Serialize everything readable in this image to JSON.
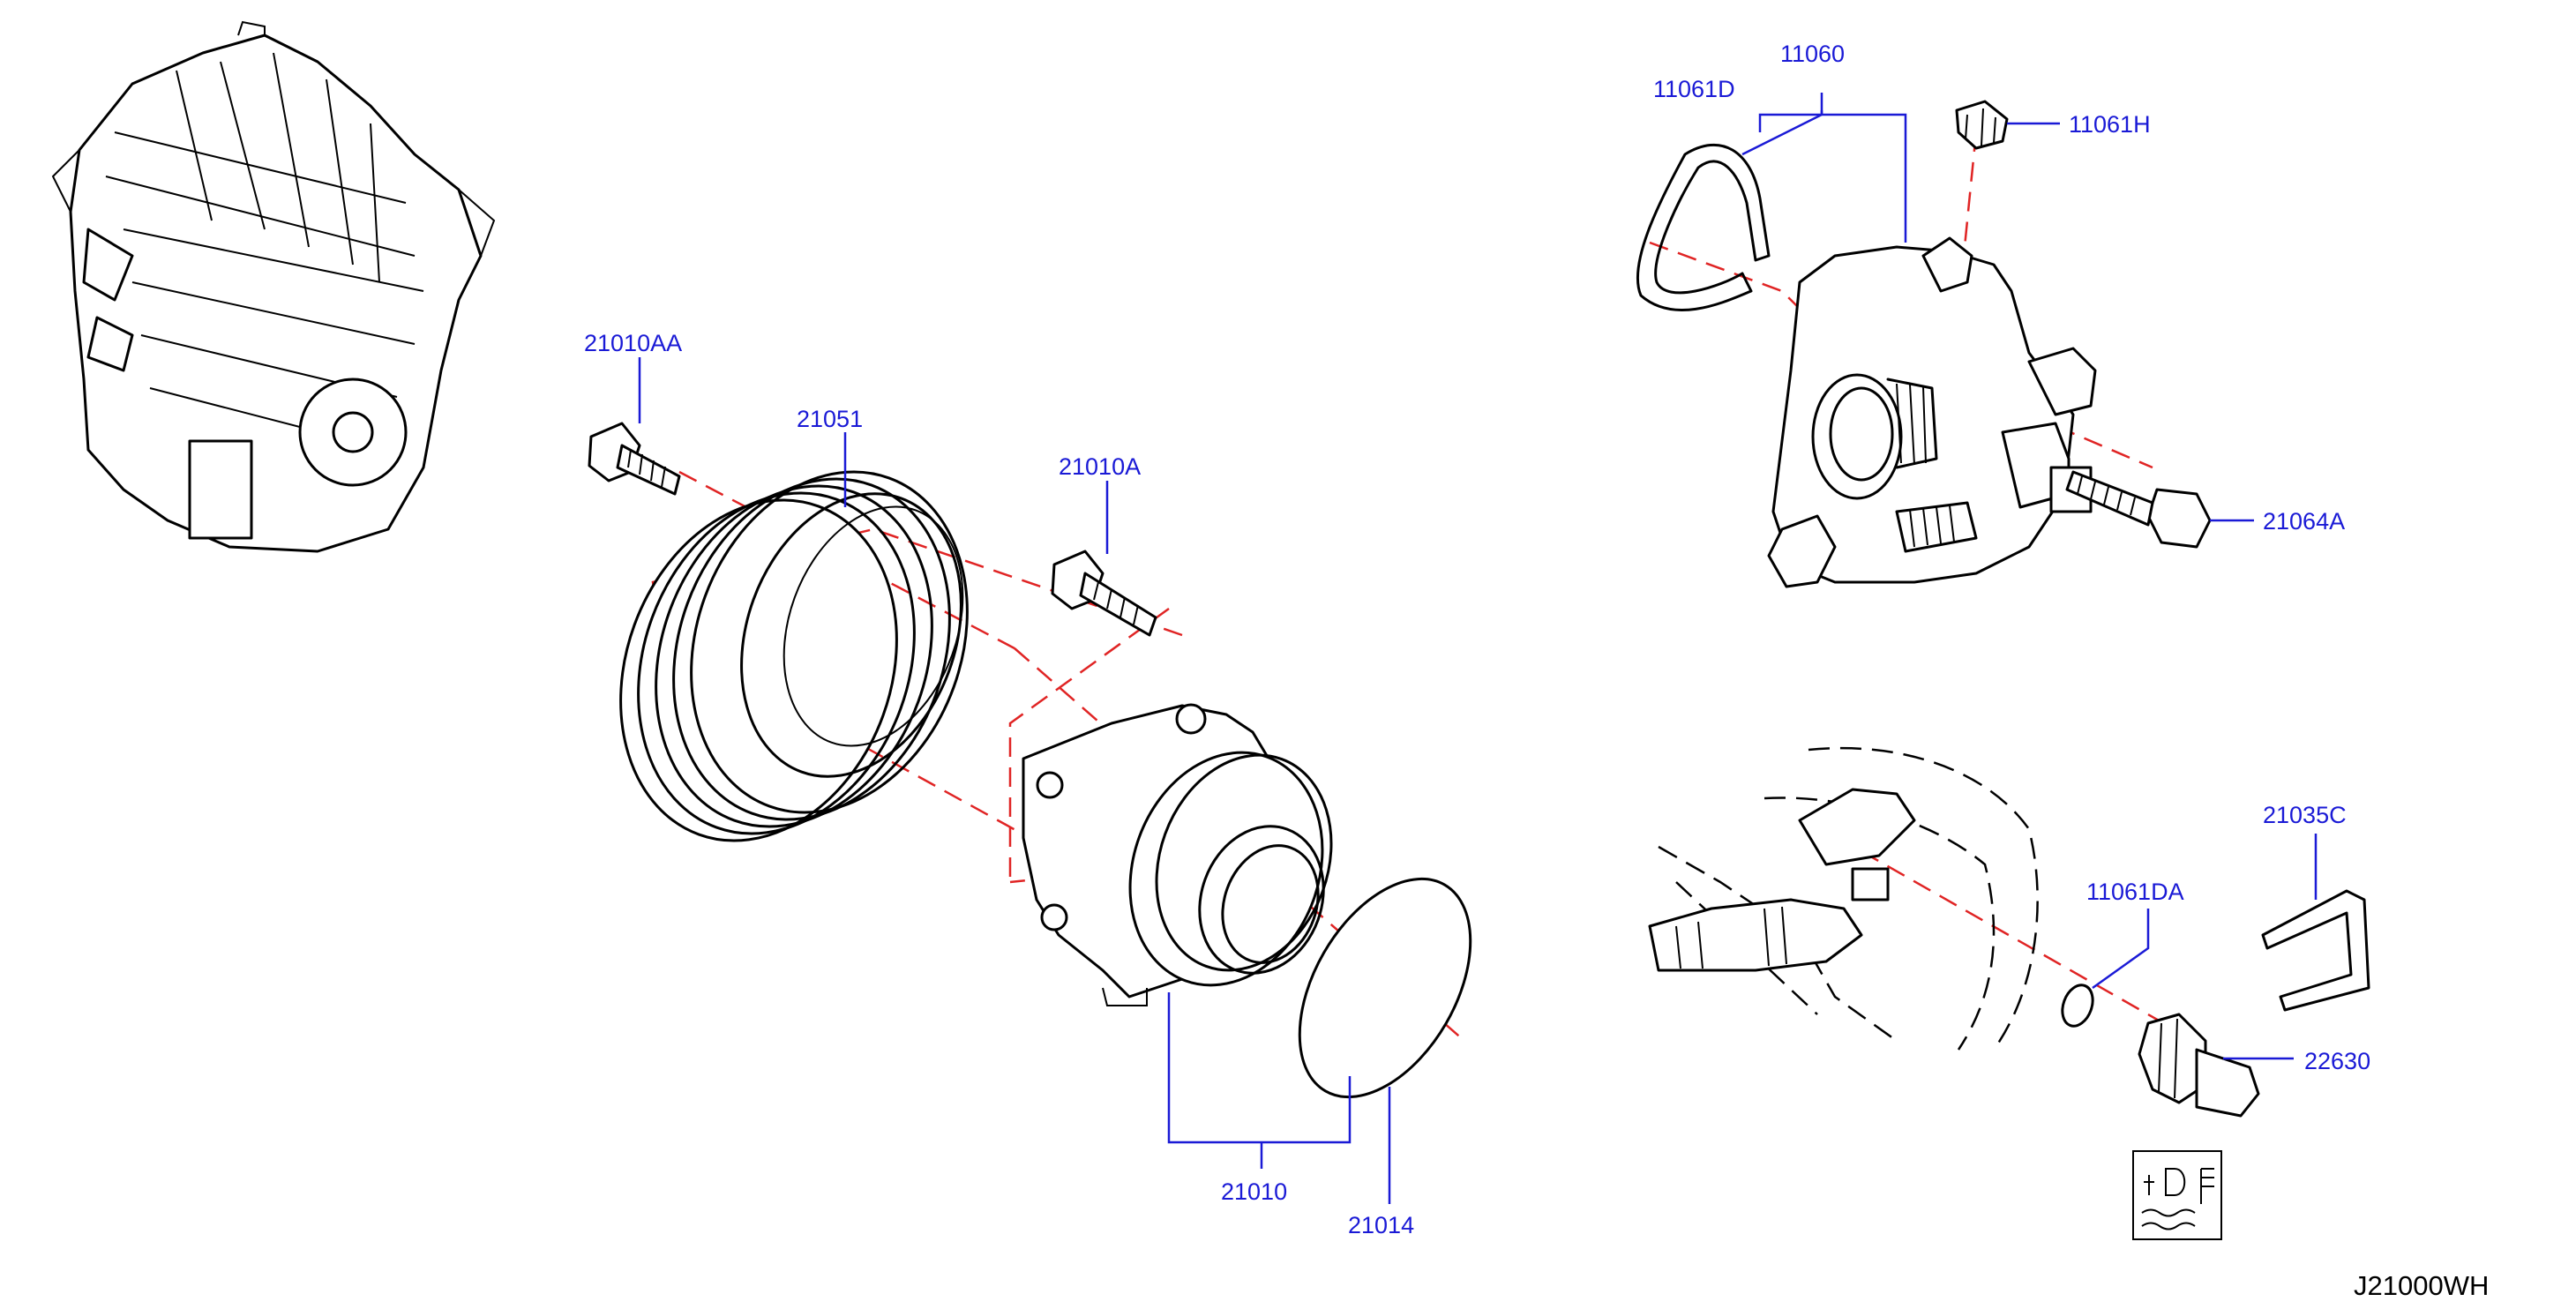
{
  "diagram": {
    "drawing_code": "J21000WH",
    "parts": [
      {
        "id": "21010AA",
        "label": "21010AA"
      },
      {
        "id": "21051",
        "label": "21051"
      },
      {
        "id": "21010A",
        "label": "21010A"
      },
      {
        "id": "21010",
        "label": "21010"
      },
      {
        "id": "21014",
        "label": "21014"
      },
      {
        "id": "11060",
        "label": "11060"
      },
      {
        "id": "11061D",
        "label": "11061D"
      },
      {
        "id": "11061H",
        "label": "11061H"
      },
      {
        "id": "21064A",
        "label": "21064A"
      },
      {
        "id": "21035C",
        "label": "21035C"
      },
      {
        "id": "11061DA",
        "label": "11061DA"
      },
      {
        "id": "22630",
        "label": "22630"
      }
    ],
    "colors": {
      "label": "#1a1ad6",
      "leader": "#1a1ad6",
      "centerline": "#e02424",
      "ink": "#000000"
    },
    "icons": [
      "engine-assembly-icon",
      "coolant-symbol-icon"
    ]
  }
}
